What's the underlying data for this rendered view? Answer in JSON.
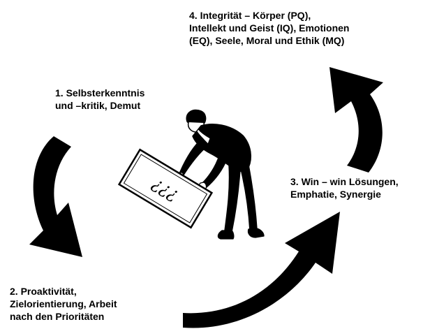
{
  "steps": [
    {
      "number": "1.",
      "lines": [
        "1. Selbsterkenntnis",
        "und –kritik, Demut"
      ]
    },
    {
      "number": "2.",
      "lines": [
        "2. Proaktivität,",
        "Zielorientierung, Arbeit",
        "nach den Prioritäten"
      ]
    },
    {
      "number": "3.",
      "lines": [
        "3. Win – win Lösungen,",
        "Emphatie, Synergie"
      ]
    },
    {
      "number": "4.",
      "lines": [
        "4. Integrität – Körper (PQ),",
        "Intellekt und Geist (IQ), Emotionen",
        "(EQ), Seele, Moral und Ethik (MQ)"
      ]
    }
  ],
  "sign_text": "¿¿¿",
  "colors": {
    "ink": "#000000",
    "background": "#ffffff"
  },
  "icons": [
    "cycle-arrow-icon",
    "person-holding-sign-illustration"
  ]
}
